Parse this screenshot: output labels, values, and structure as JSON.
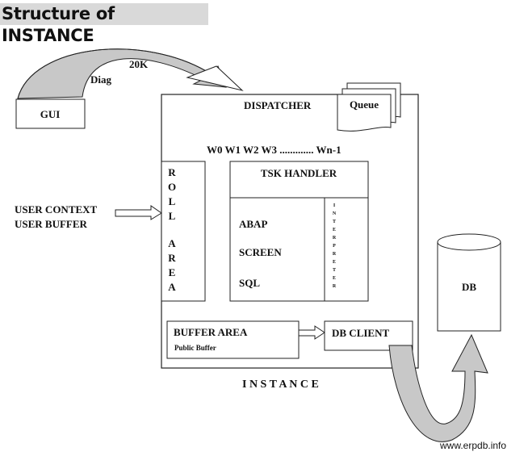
{
  "title": "Structure of INSTANCE",
  "labels": {
    "gui": "GUI",
    "diag": "Diag",
    "size": "20K",
    "dispatcher": "DISPATCHER",
    "queue": "Queue",
    "work_processes": "W0  W1  W2  W3 .............  Wn-1",
    "roll_area": [
      "R",
      "O",
      "L",
      "L",
      "",
      "A",
      "R",
      "E",
      "A"
    ],
    "tsk_handler": "TSK HANDLER",
    "abap": "ABAP",
    "screen": "SCREEN",
    "sql": "SQL",
    "interpreter": [
      "I",
      "N",
      "T",
      "E",
      "R",
      "P",
      "R",
      "E",
      "T",
      "E",
      "R"
    ],
    "user_context": "USER CONTEXT",
    "user_buffer": "USER BUFFER",
    "buffer_area": "BUFFER AREA",
    "public_buffer": "Public Buffer",
    "db_client": "DB CLIENT",
    "db": "DB",
    "instance": "I N S T A N C E",
    "watermark": "www.erpdb.info"
  },
  "colors": {
    "arrow_fill": "#c8c8c8",
    "title_bg": "#d9d9d9",
    "line": "#222222"
  }
}
